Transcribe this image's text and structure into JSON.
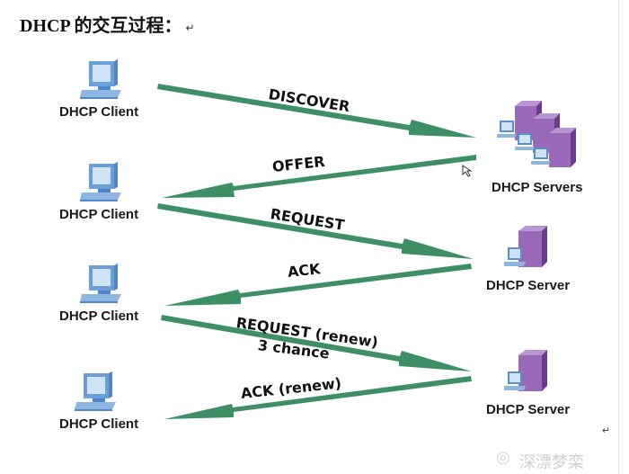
{
  "title": "DHCP 的交互过程：",
  "title_mark": "↵",
  "clients": [
    {
      "label": "DHCP Client"
    },
    {
      "label": "DHCP Client"
    },
    {
      "label": "DHCP Client"
    },
    {
      "label": "DHCP Client"
    }
  ],
  "servers": [
    {
      "label": "DHCP Servers"
    },
    {
      "label": "DHCP Server"
    },
    {
      "label": "DHCP Server"
    }
  ],
  "messages": [
    {
      "label": "DISCOVER",
      "direction": "client-to-server"
    },
    {
      "label": "OFFER",
      "direction": "server-to-client"
    },
    {
      "label": "REQUEST",
      "direction": "client-to-server"
    },
    {
      "label": "ACK",
      "direction": "server-to-client"
    },
    {
      "label": "REQUEST (renew)",
      "sublabel": "3 chance",
      "direction": "client-to-server"
    },
    {
      "label": "ACK (renew)",
      "direction": "server-to-client"
    }
  ],
  "colors": {
    "arrow": "#3f8f66",
    "client_screen": "#cfe3f5",
    "client_body": "#5b8fc9",
    "server_body": "#8a5aa8"
  },
  "watermark": "深漂梦栾",
  "end_mark": "↵"
}
